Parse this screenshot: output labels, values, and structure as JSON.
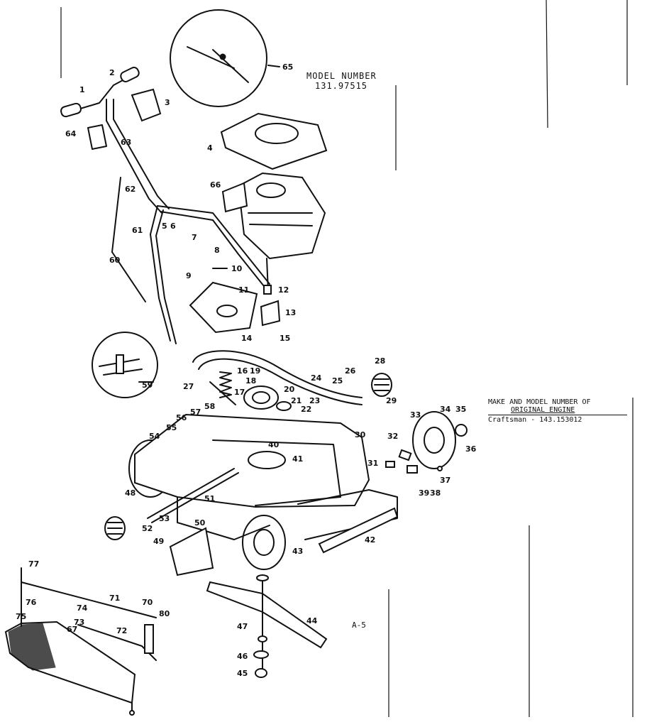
{
  "header": {
    "model_number_label": "MODEL NUMBER",
    "model_number_value": "131.97515"
  },
  "engine_box": {
    "line1": "MAKE AND MODEL NUMBER OF",
    "line2": "ORIGINAL ENGINE",
    "line3": "Craftsman - 143.153012"
  },
  "sheet_id": "A-5",
  "callouts": {
    "p1": "1",
    "p2": "2",
    "p3": "3",
    "p4": "4",
    "p5": "5",
    "p6": "6",
    "p7": "7",
    "p8": "8",
    "p9": "9",
    "p10": "10",
    "p11": "11",
    "p12": "12",
    "p13": "13",
    "p14": "14",
    "p15": "15",
    "p16": "16",
    "p17": "17",
    "p18": "18",
    "p19": "19",
    "p20": "20",
    "p21": "21",
    "p22": "22",
    "p23": "23",
    "p24": "24",
    "p25": "25",
    "p26": "26",
    "p27": "27",
    "p28": "28",
    "p29": "29",
    "p30": "30",
    "p31": "31",
    "p32": "32",
    "p33": "33",
    "p34": "34",
    "p35": "35",
    "p36": "36",
    "p37": "37",
    "p38": "38",
    "p39": "39",
    "p40": "40",
    "p41": "41",
    "p42": "42",
    "p43": "43",
    "p44": "44",
    "p45": "45",
    "p46": "46",
    "p47": "47",
    "p48": "48",
    "p49": "49",
    "p50": "50",
    "p51": "51",
    "p52": "52",
    "p53": "53",
    "p54": "54",
    "p55": "55",
    "p56": "56",
    "p57": "57",
    "p58": "58",
    "p59": "59",
    "p60": "60",
    "p61": "61",
    "p62": "62",
    "p63": "63",
    "p64": "64",
    "p65": "65",
    "p66": "66",
    "p67": "67",
    "p70": "70",
    "p71": "71",
    "p72": "72",
    "p73": "73",
    "p74": "74",
    "p75": "75",
    "p76": "76",
    "p77": "77",
    "p80": "80"
  }
}
